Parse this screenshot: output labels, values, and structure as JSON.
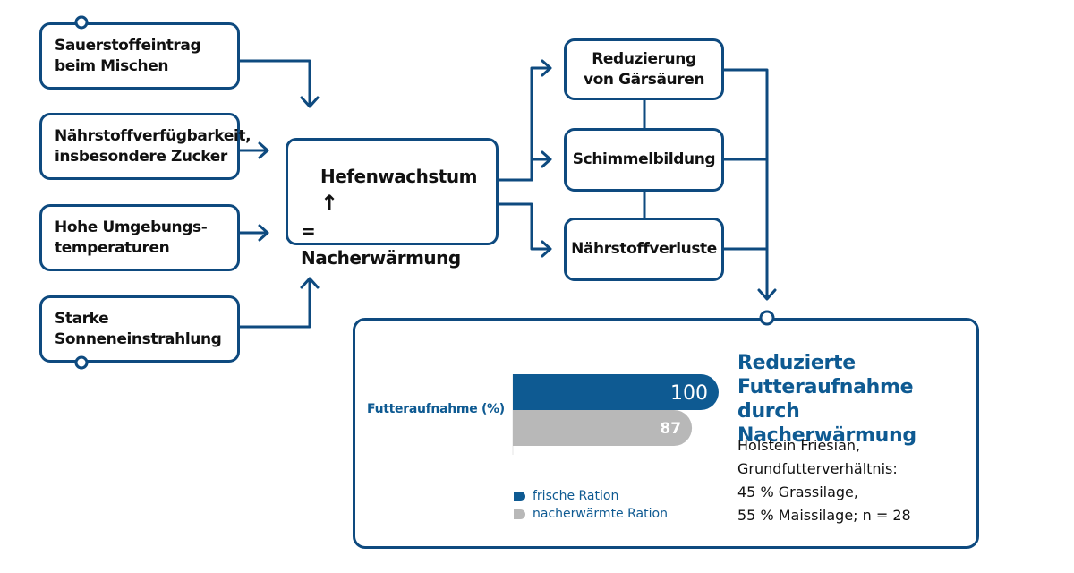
{
  "causes": [
    {
      "label": "Sauerstoffeintrag\nbeim Mischen"
    },
    {
      "label": "Nährstoffverfügbarkeit,\ninsbesondere Zucker"
    },
    {
      "label": "Hohe Umgebungs-\ntemperaturen"
    },
    {
      "label": "Starke\nSonneneinstrahlung"
    }
  ],
  "hub": {
    "line1": "Hefenwachstum",
    "arrow": "↑",
    "line2": "= Nacherwärmung"
  },
  "effects": [
    {
      "label": "Reduzierung\nvon Gärsäuren"
    },
    {
      "label": "Schimmelbildung"
    },
    {
      "label": "Nährstoffverluste"
    }
  ],
  "result": {
    "title": "Reduzierte Futteraufnahme durch Nacherwärmung",
    "description": "Holstein Friesian,\nGrundfutterverhältnis:\n45 % Grassilage,\n55 % Maissilage; n = 28"
  },
  "colors": {
    "primary": "#0e4a7f",
    "accent": "#0e5a92",
    "grey": "#b8b8b8"
  },
  "chart_data": {
    "type": "bar",
    "orientation": "horizontal",
    "ylabel": "Futteraufnahme (%)",
    "categories": [
      "frische Ration",
      "nacherwärmte Ration"
    ],
    "values": [
      100,
      87
    ],
    "xlim": [
      0,
      100
    ],
    "legend": [
      "frische Ration",
      "nacherwärmte Ration"
    ],
    "legend_position": "bottom"
  }
}
